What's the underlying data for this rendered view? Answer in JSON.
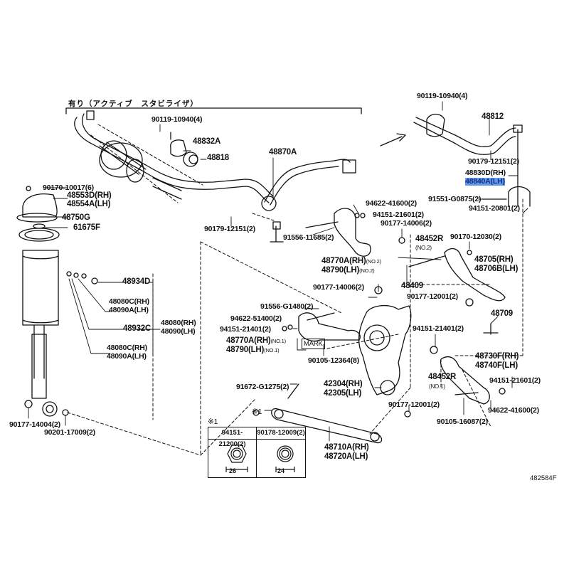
{
  "diagram": {
    "group_caption": "有り（アクティブ　スタビライザ）",
    "reference_code": "482584F",
    "mark_label": "MARK",
    "note_marker": "※1",
    "labels": {
      "bolt_90119_left": "90119-10940(4)",
      "bracket_48832A": "48832A",
      "bushing_48818": "48818",
      "bar_48870A": "48870A",
      "bolt_90179_left": "90179-12151(2)",
      "nut_90170_10017": "90170-10017(6)",
      "support_48553D": "48553D(RH)",
      "support_48554A": "48554A(LH)",
      "spacer_48750G": "48750G",
      "gasket_61675F": "61675F",
      "bumper_48934D": "48934D",
      "bushing_48080C_a": "48080C(RH)",
      "bushing_48090A_a": "48090A(LH)",
      "shock_48932C": "48932C",
      "shock_48080": "48080(RH)",
      "shock_48090": "48090(LH)",
      "bushing_48080C_b": "48080C(RH)",
      "bushing_48090A_b": "48090A(LH)",
      "nut_90177_14004": "90177-14004(2)",
      "washer_90201_17009": "90201-17009(2)",
      "bolt_90119_right": "90119-10940(4)",
      "bar_48812": "48812",
      "bolt_90179_right": "90179-12151(2)",
      "link_48830D": "48830D(RH)",
      "link_48840A": "48840A(LH)",
      "bolt_91551_G0875": "91551-G0875(2)",
      "nut_94151_20801": "94151-20801(2)",
      "nut_94622_41600_top": "94622-41600(2)",
      "nut_94151_21601_top": "94151-21601(2)",
      "nut_90177_14006_top": "90177-14006(2)",
      "bolt_91556_11685": "91556-11685(2)",
      "arm_48770A_no2": "48770A(RH)",
      "arm_48790_no2": "48790(LH)",
      "no2": "(NO.2)",
      "no1": "(NO.1)",
      "cam_48452R_no2": "48452R",
      "nut_90170_12030": "90170-12030(2)",
      "arm_48705": "48705(RH)",
      "arm_48706B": "48706B(LH)",
      "bolt_48409": "48409",
      "nut_90177_14006_mid": "90177-14006(2)",
      "nut_90177_12001_mid": "90177-12001(2)",
      "bolt_91556_G1480": "91556-G1480(2)",
      "nut_94622_51400": "94622-51400(2)",
      "nut_94151_21401_left": "94151-21401(2)",
      "arm_48770A_no1": "48770A(RH)",
      "arm_48790_no1": "48790(LH)",
      "bolt_90105_12364": "90105-12364(8)",
      "bracket_48709": "48709",
      "nut_94151_21401_right": "94151-21401(2)",
      "arm_48730F": "48730F(RH)",
      "arm_48740F": "48740F(LH)",
      "cam_48452R_no1": "48452R",
      "nut_94151_21601_bottom": "94151-21601(2)",
      "nut_94622_41600_bottom": "94622-41600(2)",
      "bolt_90105_16087": "90105-16087(2)",
      "bolt_91672_G1275": "91672-G1275(2)",
      "knuckle_42304": "42304(RH)",
      "knuckle_42305": "42305(LH)",
      "nut_90177_12001_bottom": "90177-12001(2)",
      "arm_48710A": "48710A(RH)",
      "arm_48720A": "48720A(LH)"
    },
    "inset": {
      "columns": [
        {
          "part": "94151-21200(2)",
          "dimension": "26"
        },
        {
          "part": "90178-12009(2)",
          "dimension": "24"
        }
      ]
    },
    "highlight": {
      "selected_part": "48840A(LH)",
      "color": "#5f9cf0"
    }
  }
}
